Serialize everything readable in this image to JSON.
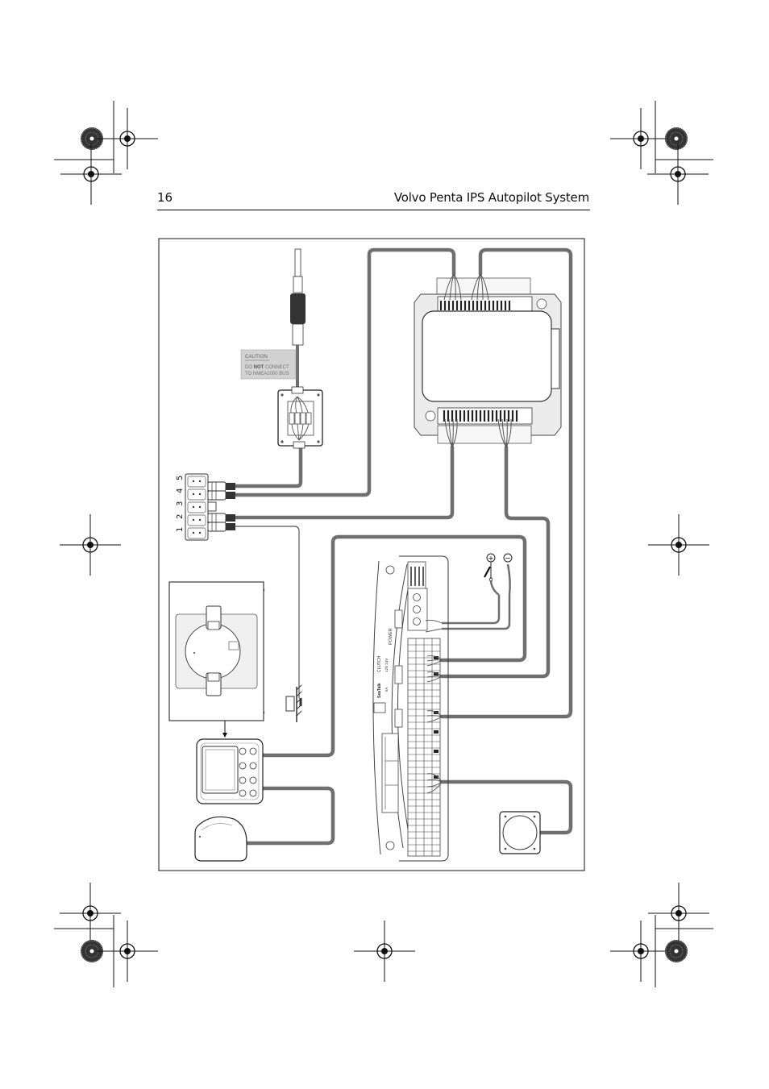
{
  "header": {
    "page_number": "16",
    "title": "Volvo Penta IPS Autopilot System"
  },
  "caution_box": {
    "heading": "CAUTION",
    "line1_prefix": "DO ",
    "line1_bold": "NOT",
    "line1_suffix": " CONNECT",
    "line2": "TO NMEA2000 BUS"
  },
  "connector_block": {
    "numbers": [
      "1",
      "2",
      "3",
      "4",
      "5"
    ]
  },
  "power_terminals": {
    "positive_symbol": "+",
    "negative_symbol": "−"
  },
  "course_computer_labels": {
    "power": "POWER",
    "clutch": "CLUTCH",
    "voltage": "12V  24V",
    "brand": "SeaTalk",
    "current": "5A"
  },
  "colors": {
    "cable": "#6f6f6f",
    "line": "#1a1a1a",
    "caution_fill": "#d2d2d2",
    "caution_text": "#777777"
  }
}
